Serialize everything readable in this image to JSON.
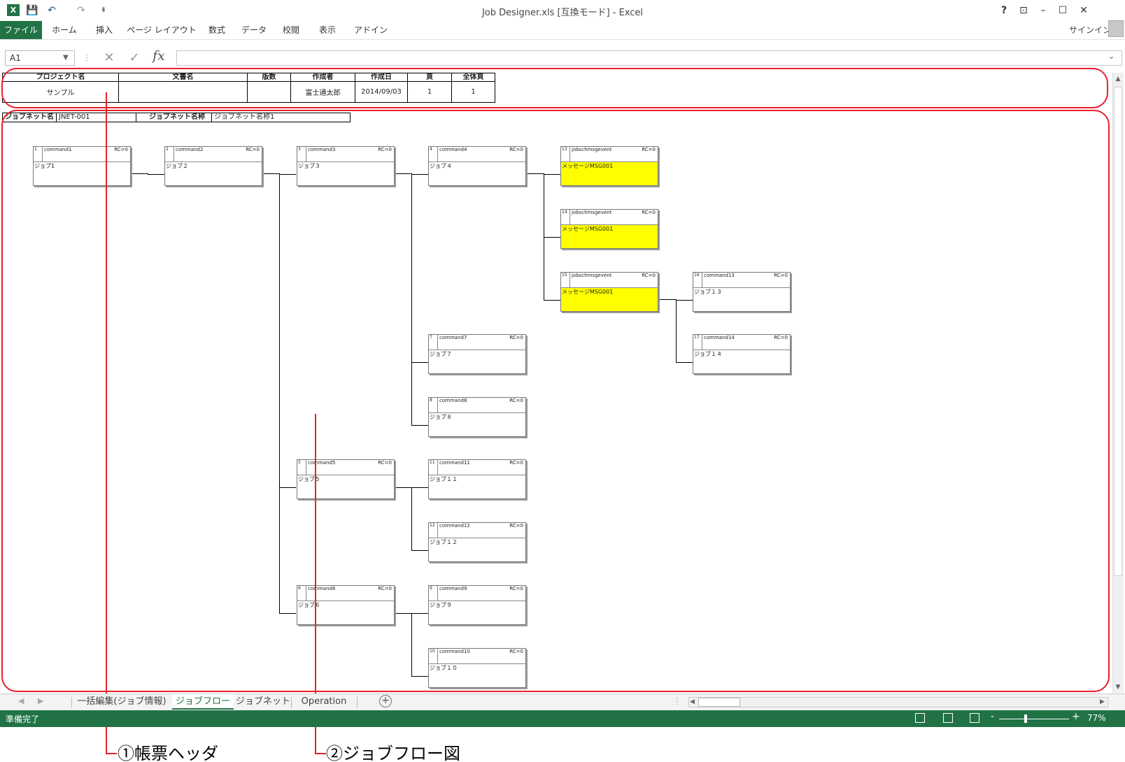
{
  "window": {
    "title": "Job Designer.xls [互換モード] - Excel",
    "help": "?",
    "ribbon_display": "⊡",
    "minimize": "–",
    "restore": "☐",
    "close": "✕"
  },
  "quick_access": {
    "save": "💾",
    "undo": "↶",
    "redo": "↷",
    "customize": "⇟"
  },
  "ribbon_tabs": [
    "ファイル",
    "ホーム",
    "挿入",
    "ページ レイアウト",
    "数式",
    "データ",
    "校閲",
    "表示",
    "アドイン"
  ],
  "signin": "サインイン",
  "formula_bar": {
    "name_box": "A1",
    "cancel": "✕",
    "enter": "✓",
    "fx": "fx",
    "value": ""
  },
  "report_header": {
    "columns": [
      "プロジェクト名",
      "文書名",
      "版数",
      "作成者",
      "作成日",
      "頁",
      "全体頁"
    ],
    "values": [
      "サンプル",
      "",
      "",
      "富士通太郎",
      "2014/09/03",
      "1",
      "1"
    ]
  },
  "jobnet": {
    "name_label": "ジョブネット名",
    "name_value": "JNET-001",
    "title_label": "ジョブネット名称",
    "title_value": "ジョブネット名称1"
  },
  "jobs": [
    {
      "id": "j1",
      "num": "1",
      "cmd": "command1",
      "rc": "RC=0",
      "name": "ジョブ1",
      "yellow": false
    },
    {
      "id": "j2",
      "num": "2",
      "cmd": "command2",
      "rc": "RC=0",
      "name": "ジョブ２",
      "yellow": false
    },
    {
      "id": "j3",
      "num": "3",
      "cmd": "command3",
      "rc": "RC=0",
      "name": "ジョブ３",
      "yellow": false
    },
    {
      "id": "j4",
      "num": "4",
      "cmd": "command4",
      "rc": "RC=0",
      "name": "ジョブ４",
      "yellow": false
    },
    {
      "id": "j13",
      "num": "13",
      "cmd": "jobschmsgevent",
      "rc": "RC=0",
      "name": "メッセージMSG001",
      "yellow": true
    },
    {
      "id": "j14",
      "num": "14",
      "cmd": "jobschmsgevent",
      "rc": "RC=0",
      "name": "メッセージMSG001",
      "yellow": true
    },
    {
      "id": "j15",
      "num": "15",
      "cmd": "jobschmsgevent",
      "rc": "RC=0",
      "name": "メッセージMSG001",
      "yellow": true
    },
    {
      "id": "j16",
      "num": "16",
      "cmd": "command13",
      "rc": "RC=0",
      "name": "ジョブ１３",
      "yellow": false
    },
    {
      "id": "j7",
      "num": "7",
      "cmd": "command7",
      "rc": "RC=0",
      "name": "ジョブ７",
      "yellow": false
    },
    {
      "id": "j17",
      "num": "17",
      "cmd": "command14",
      "rc": "RC=0",
      "name": "ジョブ１４",
      "yellow": false
    },
    {
      "id": "j8",
      "num": "8",
      "cmd": "command8",
      "rc": "RC=0",
      "name": "ジョブ８",
      "yellow": false
    },
    {
      "id": "j5",
      "num": "5",
      "cmd": "command5",
      "rc": "RC=0",
      "name": "ジョブ５",
      "yellow": false
    },
    {
      "id": "j11",
      "num": "11",
      "cmd": "command11",
      "rc": "RC=0",
      "name": "ジョブ１１",
      "yellow": false
    },
    {
      "id": "j12",
      "num": "12",
      "cmd": "command12",
      "rc": "RC=0",
      "name": "ジョブ１２",
      "yellow": false
    },
    {
      "id": "j6",
      "num": "6",
      "cmd": "command6",
      "rc": "RC=0",
      "name": "ジョブ６",
      "yellow": false
    },
    {
      "id": "j9",
      "num": "9",
      "cmd": "command9",
      "rc": "RC=0",
      "name": "ジョブ９",
      "yellow": false
    },
    {
      "id": "j10",
      "num": "10",
      "cmd": "command10",
      "rc": "RC=0",
      "name": "ジョブ１０",
      "yellow": false
    }
  ],
  "sheet_tabs": [
    "一括編集(ジョブ情報)",
    "ジョブフロー",
    "ジョブネット",
    "Operation"
  ],
  "active_sheet": "ジョブフロー",
  "add_sheet": "+",
  "status": {
    "text": "準備完了",
    "zoom": "77%",
    "zoom_minus": "-",
    "zoom_plus": "+"
  },
  "callouts": {
    "header": "①帳票ヘッダ",
    "flow": "②ジョブフロー図"
  },
  "colors": {
    "excel_green": "#217346",
    "annotation_red": "#e8202a",
    "message_job_yellow": "#ffff00"
  }
}
